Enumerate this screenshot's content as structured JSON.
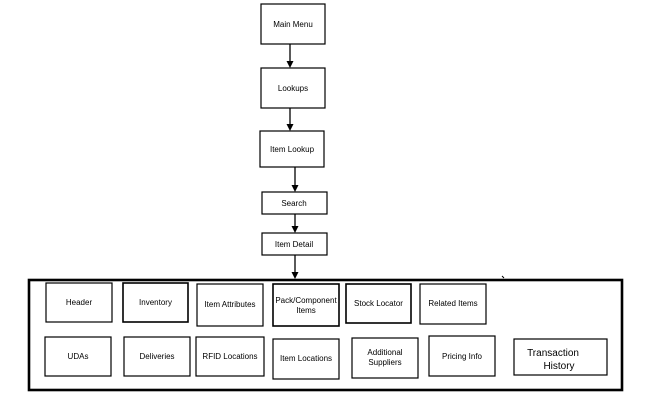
{
  "flow": [
    {
      "id": "main-menu",
      "label": "Main Menu"
    },
    {
      "id": "lookups",
      "label": "Lookups"
    },
    {
      "id": "item-lookup",
      "label": "Item Lookup"
    },
    {
      "id": "search",
      "label": "Search"
    },
    {
      "id": "item-detail",
      "label": "Item Detail"
    }
  ],
  "item_detail_sections": {
    "row1": [
      {
        "id": "header",
        "label": [
          "Header"
        ]
      },
      {
        "id": "inventory",
        "label": [
          "Inventory"
        ]
      },
      {
        "id": "item-attributes",
        "label": [
          "Item Attributes"
        ]
      },
      {
        "id": "pack-component-items",
        "label": [
          "Pack/Component",
          "Items"
        ]
      },
      {
        "id": "stock-locator",
        "label": [
          "Stock Locator"
        ]
      },
      {
        "id": "related-items",
        "label": [
          "Related Items"
        ]
      }
    ],
    "row2": [
      {
        "id": "udas",
        "label": [
          "UDAs"
        ]
      },
      {
        "id": "deliveries",
        "label": [
          "Deliveries"
        ]
      },
      {
        "id": "rfid-locations",
        "label": [
          "RFID Locations"
        ]
      },
      {
        "id": "item-locations",
        "label": [
          "Item Locations"
        ]
      },
      {
        "id": "additional-suppliers",
        "label": [
          "Additional",
          "Suppliers"
        ]
      },
      {
        "id": "pricing-info",
        "label": [
          "Pricing Info"
        ]
      },
      {
        "id": "transaction-history",
        "label": [
          "Transaction",
          "History"
        ]
      }
    ]
  }
}
